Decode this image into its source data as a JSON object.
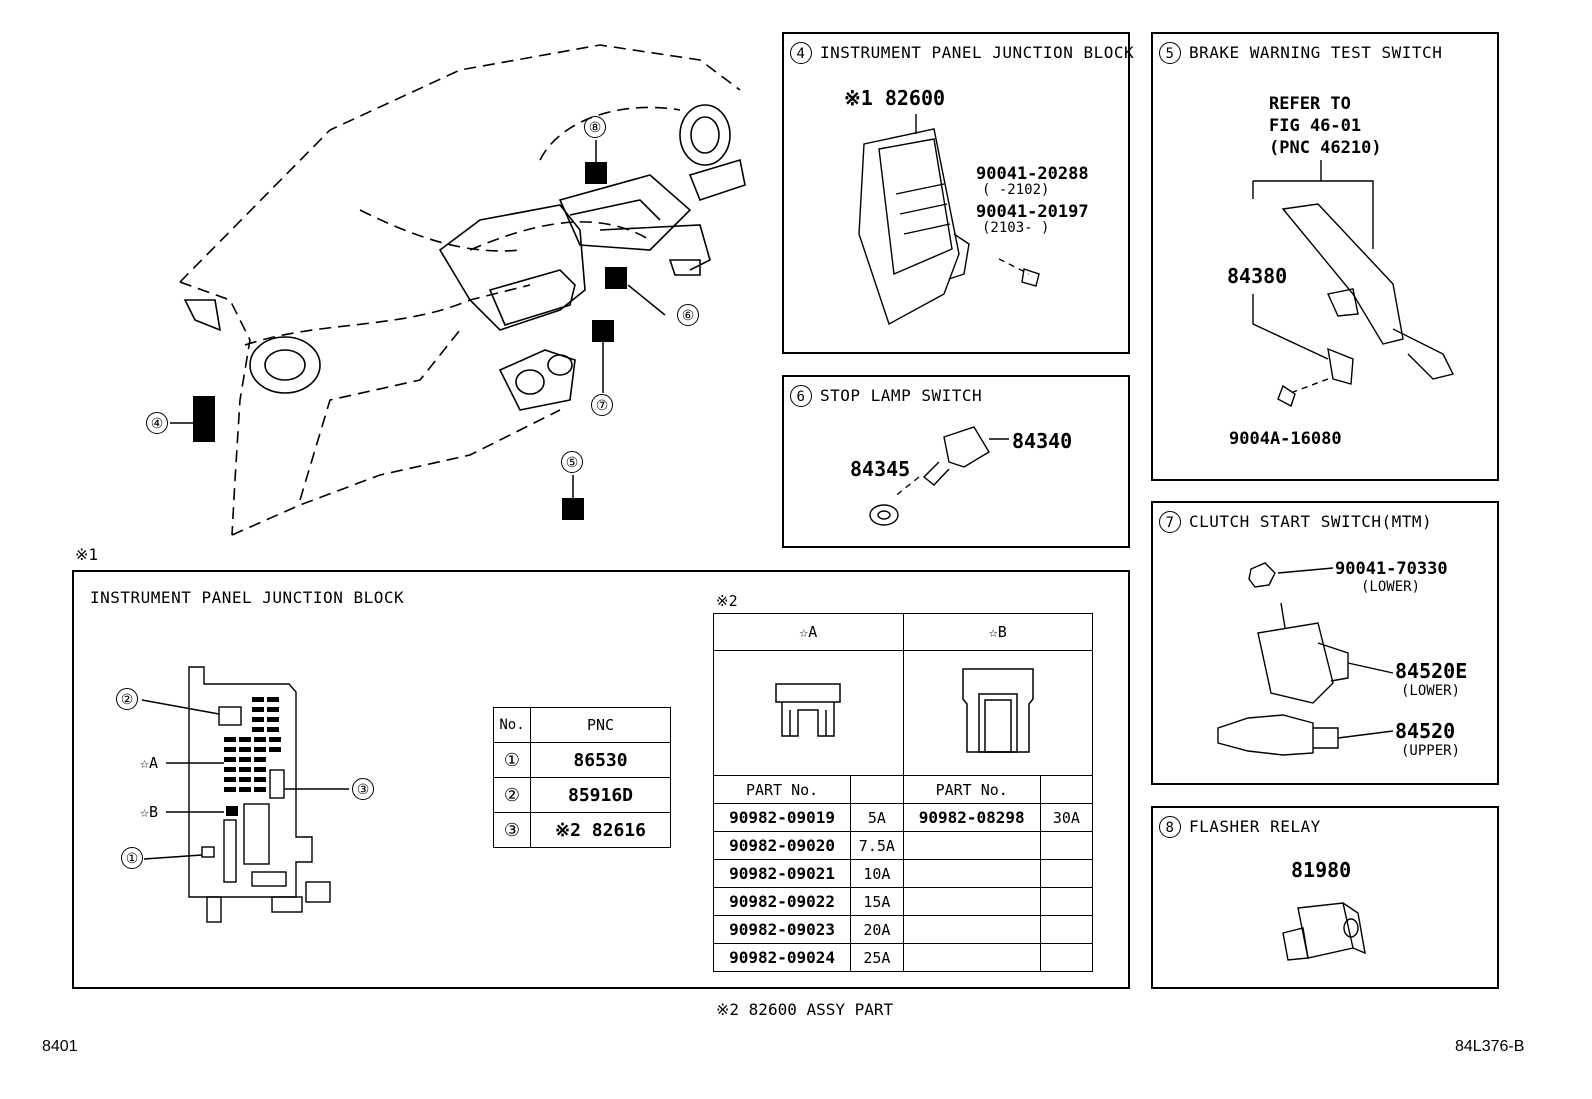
{
  "header_note": "※1",
  "overview": {
    "callouts": [
      "⑧",
      "⑥",
      "⑦",
      "④",
      "⑤"
    ]
  },
  "box4": {
    "title_num": "4",
    "title": "INSTRUMENT PANEL JUNCTION BLOCK",
    "part_main": "※1 82600",
    "bolt1": "90041-20288",
    "bolt1_range": "(   -2102)",
    "bolt2": "90041-20197",
    "bolt2_range": "(2103-   )"
  },
  "box5": {
    "title_num": "5",
    "title": "BRAKE WARNING TEST SWITCH",
    "refer1": "REFER TO",
    "refer2": "FIG 46-01",
    "refer3": "(PNC 46210)",
    "part": "84380",
    "screw": "9004A-16080"
  },
  "box6": {
    "title_num": "6",
    "title": "STOP LAMP SWITCH",
    "part1": "84340",
    "part2": "84345"
  },
  "box7": {
    "title_num": "7",
    "title": "CLUTCH START SWITCH(MTM)",
    "nut": "90041-70330",
    "nut_note": "(LOWER)",
    "sw_lower": "84520E",
    "sw_lower_note": "(LOWER)",
    "sw_upper": "84520",
    "sw_upper_note": "(UPPER)"
  },
  "box8": {
    "title_num": "8",
    "title": "FLASHER RELAY",
    "part": "81980"
  },
  "detail": {
    "title": "INSTRUMENT PANEL JUNCTION BLOCK",
    "labels": [
      "②",
      "☆A",
      "☆B",
      "①",
      "③"
    ],
    "pnc_table": {
      "headers": [
        "No.",
        "PNC"
      ],
      "rows": [
        {
          "no": "①",
          "pnc": "86530"
        },
        {
          "no": "②",
          "pnc": "85916D"
        },
        {
          "no": "③",
          "pnc": "※2 82616"
        }
      ]
    },
    "fuse_note": "※2",
    "fuse_table": {
      "col_a": "☆A",
      "col_b": "☆B",
      "part_header": "PART No.",
      "rows": [
        {
          "a_part": "90982-09019",
          "a_amp": "5A",
          "b_part": "90982-08298",
          "b_amp": "30A"
        },
        {
          "a_part": "90982-09020",
          "a_amp": "7.5A",
          "b_part": "",
          "b_amp": ""
        },
        {
          "a_part": "90982-09021",
          "a_amp": "10A",
          "b_part": "",
          "b_amp": ""
        },
        {
          "a_part": "90982-09022",
          "a_amp": "15A",
          "b_part": "",
          "b_amp": ""
        },
        {
          "a_part": "90982-09023",
          "a_amp": "20A",
          "b_part": "",
          "b_amp": ""
        },
        {
          "a_part": "90982-09024",
          "a_amp": "25A",
          "b_part": "",
          "b_amp": ""
        }
      ]
    }
  },
  "footer_note": "※2 82600 ASSY PART",
  "page_left": "8401",
  "page_right": "84L376-B"
}
